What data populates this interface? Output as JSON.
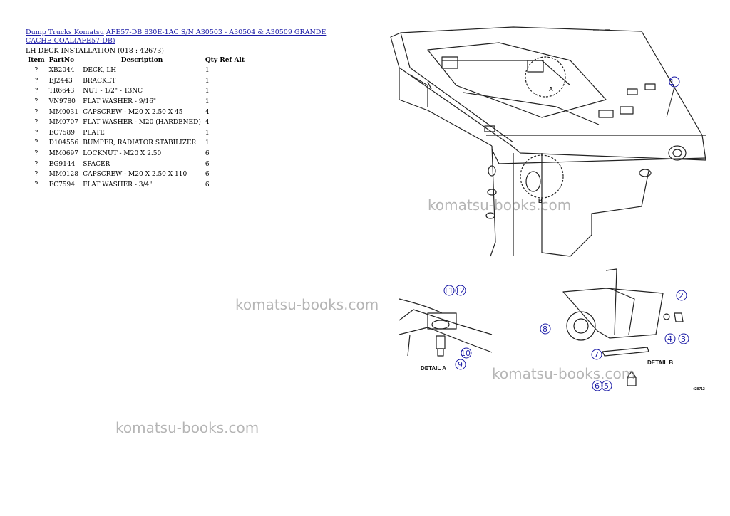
{
  "breadcrumb": {
    "link1": "Dump Trucks Komatsu",
    "link2": "AFE57-DB 830E-1AC S/N A30503 - A30504 & A30509 GRANDE CACHE COAL(AFE57-DB)"
  },
  "section_title": "LH DECK INSTALLATION (018 : 42673)",
  "table": {
    "headers": [
      "Item",
      "PartNo",
      "Description",
      "Qty",
      "Ref",
      "Alt"
    ],
    "rows": [
      {
        "item": "?",
        "part": "XB2044",
        "desc": "DECK, LH",
        "qty": "1"
      },
      {
        "item": "?",
        "part": "EJ2443",
        "desc": "BRACKET",
        "qty": "1"
      },
      {
        "item": "?",
        "part": "TR6643",
        "desc": "NUT - 1/2\" - 13NC",
        "qty": "1"
      },
      {
        "item": "?",
        "part": "VN9780",
        "desc": "FLAT WASHER - 9/16\"",
        "qty": "1"
      },
      {
        "item": "?",
        "part": "MM0031",
        "desc": "CAPSCREW - M20 X 2.50 X 45",
        "qty": "4"
      },
      {
        "item": "?",
        "part": "MM0707",
        "desc": "FLAT WASHER - M20 (HARDENED)",
        "qty": "4"
      },
      {
        "item": "?",
        "part": "EC7589",
        "desc": "PLATE",
        "qty": "1"
      },
      {
        "item": "?",
        "part": "D104556",
        "desc": "BUMPER, RADIATOR STABILIZER",
        "qty": "1"
      },
      {
        "item": "?",
        "part": "MM0697",
        "desc": "LOCKNUT - M20 X 2.50",
        "qty": "6"
      },
      {
        "item": "?",
        "part": "EG9144",
        "desc": "SPACER",
        "qty": "6"
      },
      {
        "item": "?",
        "part": "MM0128",
        "desc": "CAPSCREW - M20 X 2.50 X 110",
        "qty": "6"
      },
      {
        "item": "?",
        "part": "EC7594",
        "desc": "FLAT WASHER - 3/4\"",
        "qty": "6"
      }
    ]
  },
  "watermark": "komatsu-books.com",
  "drawing": {
    "callouts": {
      "c1": "1",
      "c2": "2",
      "c3": "3",
      "c4": "4",
      "c5": "5",
      "c6": "6",
      "c7": "7",
      "c8": "8",
      "c9": "9",
      "c10": "10",
      "c11": "11",
      "c12": "12"
    },
    "detail_a": "DETAIL A",
    "detail_b": "DETAIL B",
    "view_a": "A",
    "view_b": "B",
    "fig_no": "428712"
  }
}
